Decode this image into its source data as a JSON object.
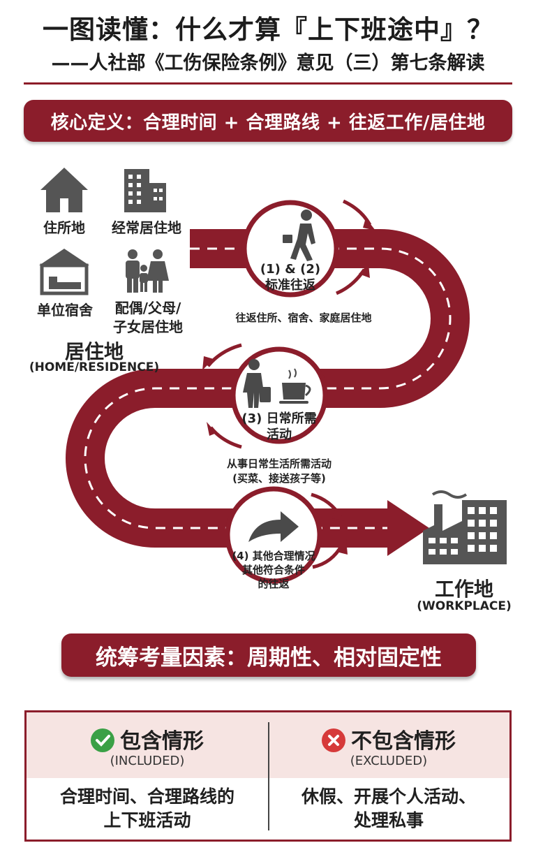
{
  "title": "一图读懂：什么才算『上下班途中』？",
  "subtitle": "——人社部《工伤保险条例》意见（三）第七条解读",
  "core_definition": "核心定义：合理时间 + 合理路线 + 往返工作/居住地",
  "home_icons": [
    {
      "icon": "house-icon",
      "label": "住所地"
    },
    {
      "icon": "apartment-building-icon",
      "label": "经常居住地"
    },
    {
      "icon": "dormitory-bed-icon",
      "label": "单位宿舍"
    },
    {
      "icon": "family-icon",
      "label_lines": [
        "配偶/父母/",
        "子女居住地"
      ]
    }
  ],
  "home": {
    "label": "居住地",
    "label_en": "(HOME/RESIDENCE)"
  },
  "workplace": {
    "label": "工作地",
    "label_en": "(WORKPLACE)"
  },
  "stops": [
    {
      "icon": "walking-commuter-icon",
      "lines": [
        "(1) & (2)",
        "标准往返"
      ],
      "caption_lines": [
        "往返住所、宿舍、家庭居住地"
      ]
    },
    {
      "icon": "shopping-coffee-icon",
      "lines": [
        "(3) 日常所需",
        "活动"
      ],
      "caption_lines": [
        "从事日常生活所需活动",
        "(买菜、接送孩子等)"
      ]
    },
    {
      "icon": "arrow-turn-icon",
      "lines": [
        "(4) 其他合理情况",
        "其他符合条件",
        "的往返"
      ],
      "caption_lines": []
    }
  ],
  "factors": "统筹考量因素：周期性、相对固定性",
  "included": {
    "title": "包含情形",
    "subtitle": "(INCLUDED)",
    "lines": [
      "合理时间、合理路线的",
      "上下班活动"
    ],
    "icon": "check-circle-icon",
    "color": "#3aa046"
  },
  "excluded": {
    "title": "不包含情形",
    "subtitle": "(EXCLUDED)",
    "lines": [
      "休假、开展个人活动、",
      "处理私事"
    ],
    "icon": "x-circle-icon",
    "color": "#d63a3a"
  },
  "colors": {
    "accent": "#8b1d2b",
    "icon_gray": "#555555"
  }
}
